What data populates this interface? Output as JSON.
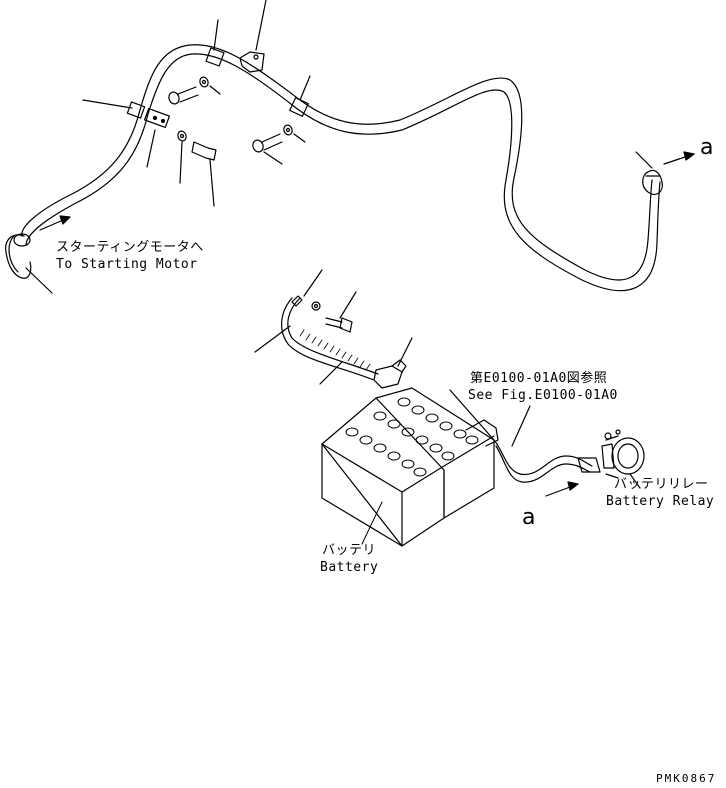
{
  "labels": {
    "starting_motor_jp": "スターティングモータへ",
    "starting_motor_en": "To Starting Motor",
    "see_fig_jp": "第E0100-01A0図参照",
    "see_fig_en": "See Fig.E0100-01A0",
    "battery_relay_jp": "バッテリリレー",
    "battery_relay_en": "Battery Relay",
    "battery_jp": "バッテリ",
    "battery_en": "Battery",
    "arrow_a_top": "a",
    "arrow_a_bottom": "a",
    "drawing_code": "PMK0867"
  }
}
